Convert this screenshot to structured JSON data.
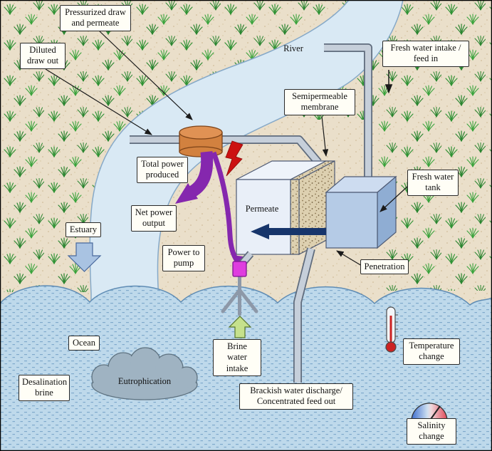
{
  "figure": {
    "description": "Pressure-retarded osmosis power generation schematic in an estuary environment"
  },
  "labels": {
    "pressurized_draw_and_permeate": "Pressurized draw\nand permeate",
    "diluted_draw_out": "Diluted\ndraw out",
    "river": "River",
    "fresh_water_intake": "Fresh water intake /\nfeed in",
    "semipermeable_membrane": "Semipermeable\nmembrane",
    "total_power_produced": "Total power\nproduced",
    "net_power_output": "Net power\noutput",
    "estuary": "Estuary",
    "permeate": "Permeate",
    "fresh_water_tank": "Fresh water\ntank",
    "penetration": "Penetration",
    "power_to_pump": "Power to\npump",
    "ocean": "Ocean",
    "desalination_brine": "Desalination\nbrine",
    "eutrophication": "Eutrophication",
    "brine_water_intake": "Brine water\nintake",
    "temperature_change": "Temperature\nchange",
    "brackish_water_discharge": "Brackish water discharge/\nConcentrated feed out",
    "salinity_change": "Salinity\nchange"
  },
  "colors": {
    "land": "#eadfca",
    "grass": "#2f9234",
    "river": "#d9e9f4",
    "ocean": "#bed9eb",
    "pipe": "#c6cfda",
    "turbine": "#d2813f",
    "power_arrow": "#8527ae",
    "lightning": "#cc1111",
    "pump": "#df3ddf",
    "membrane": "#ddd0b0",
    "tank": "#b5cbe6",
    "penetration_arrow": "#17356b",
    "brine_arrow": "#c6e18c",
    "estuary_arrow": "#a9c3e2",
    "cloud": "#9fb3c2",
    "label_bg": "#fffef6"
  }
}
